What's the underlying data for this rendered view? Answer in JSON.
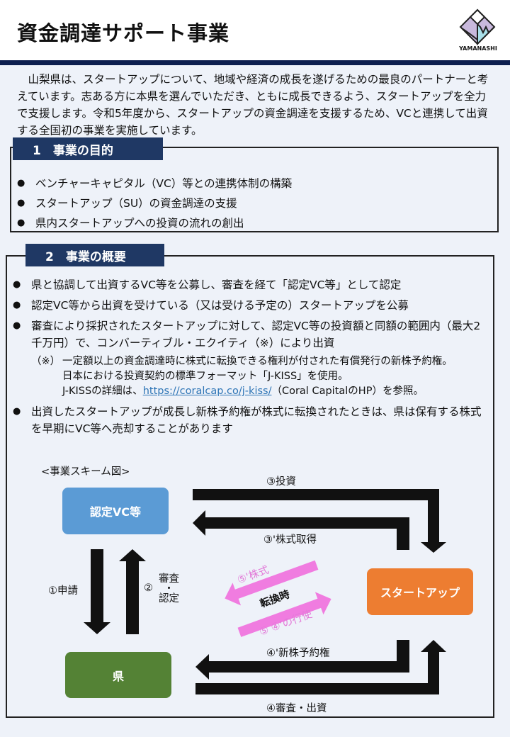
{
  "header": {
    "title": "資金調達サポート事業",
    "logo_text": "YAMANASHI"
  },
  "intro": "山梨県は、スタートアップについて、地域や経済の成長を遂げるための最良のパートナーと考えています。志ある方に本県を選んでいただき、ともに成長できるよう、スタートアップを全力で支援します。令和5年度から、スタートアップの資金調達を支援するため、VCと連携して出資する全国初の事業を実施しています。",
  "section1": {
    "heading": "1　事業の目的",
    "items": [
      "ベンチャーキャピタル（VC）等との連携体制の構築",
      "スタートアップ（SU）の資金調達の支援",
      "県内スタートアップへの投資の流れの創出"
    ]
  },
  "section2": {
    "heading": "2　事業の概要",
    "items": [
      "県と協調して出資するVC等を公募し、審査を経て「認定VC等」として認定",
      "認定VC等から出資を受けている（又は受ける予定の）スタートアップを公募",
      "審査により採択されたスタートアップに対して、認定VC等の投資額と同額の範囲内（最大2千万円）で、コンバーティブル・エクイティ（※）により出資"
    ],
    "note_mark": "（※）",
    "note_line1": "一定額以上の資金調達時に株式に転換できる権利が付された有償発行の新株予約権。",
    "note_line2": "日本における投資契約の標準フォーマット「J-KISS」を使用。",
    "note_line3_pre": "J-KISSの詳細は、",
    "note_link": "https://coralcap.co/j-kiss/",
    "note_line3_post": "（Coral CapitalのHP）を参照。",
    "item4": "出資したスタートアップが成長し新株予約権が株式に転換されたときは、県は保有する株式を早期にVC等へ売却することがあります"
  },
  "diagram": {
    "caption": "<事業スキーム図>",
    "vc": "認定VC等",
    "pref": "県",
    "startup": "スタートアップ",
    "a1": "①申請",
    "a2_num": "②",
    "a2": "審査\n・\n認定",
    "a3": "③投資",
    "a3b": "③'株式取得",
    "a4": "④'新株予約権",
    "a4b": "④審査・出資",
    "conv": "転換時",
    "p5b": "⑤'株式",
    "p5": "⑤ ④'の行使",
    "colors": {
      "vc": "#5b9bd5",
      "pref": "#548235",
      "startup": "#ed7d31",
      "pink": "#f07ce0",
      "navy": "#1f3864"
    }
  }
}
